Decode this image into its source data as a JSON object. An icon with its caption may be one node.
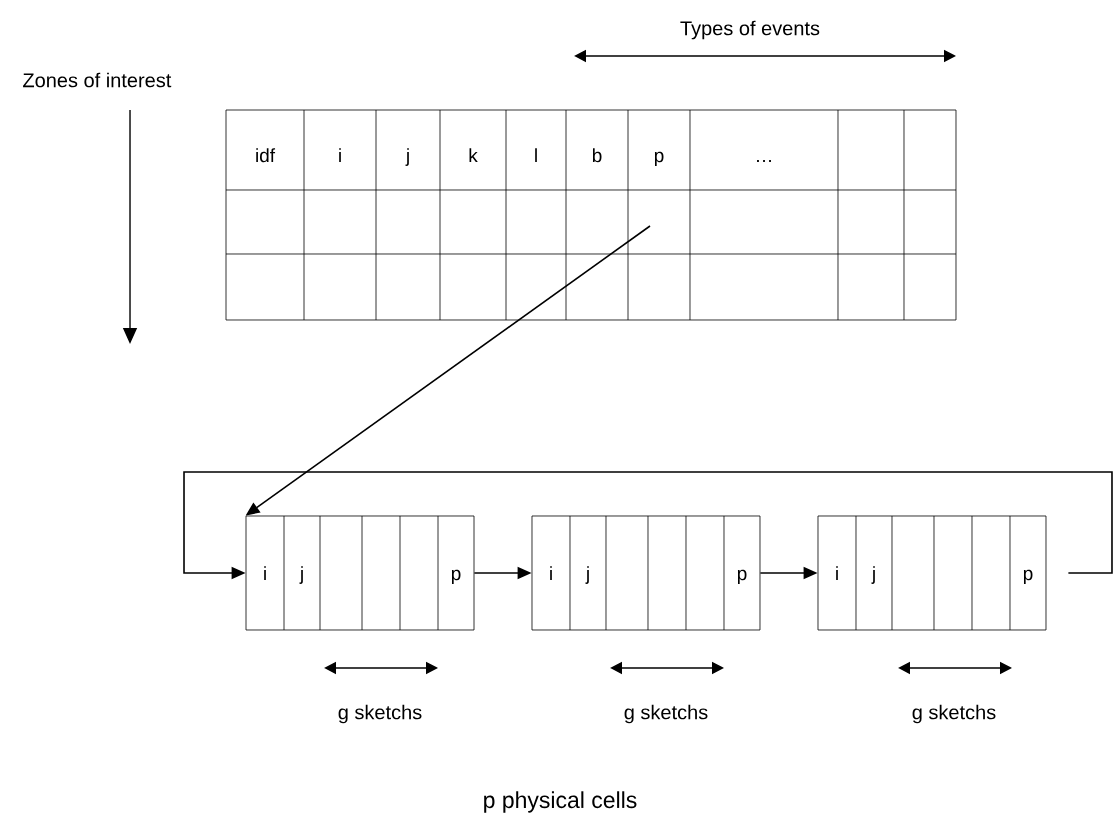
{
  "diagram": {
    "nodes": [
      {
        "text": [
          "idf",
          "i",
          "j",
          "k",
          "l",
          "b",
          "p",
          "…"
        ]
      },
      {
        "text": [
          "i",
          "j",
          "p"
        ]
      },
      {
        "text": [
          "i",
          "j",
          "p"
        ]
      },
      {
        "text": [
          "i",
          "j",
          "p"
        ]
      }
    ],
    "edges": [
      {
        "from": 0,
        "to": 1,
        "arrow": "to"
      },
      {
        "from": 1,
        "to": 2,
        "arrow": "to"
      },
      {
        "from": 2,
        "to": 3,
        "arrow": "to"
      },
      {
        "from": 3,
        "to": 1,
        "arrow": "to"
      }
    ],
    "labels": [
      "Types of events",
      "Zones of interest",
      "g sketchs",
      "g sketchs",
      "g sketchs",
      "p physical cells"
    ]
  }
}
